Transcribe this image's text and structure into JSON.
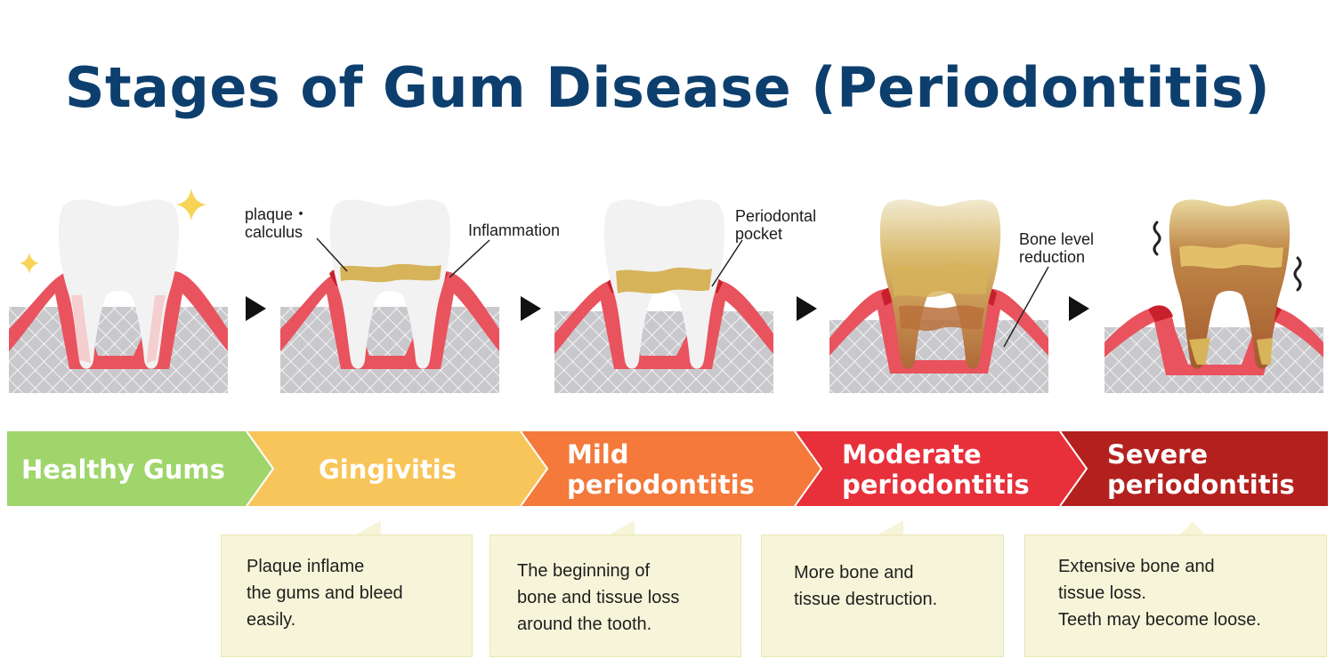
{
  "title": "Stages of Gum Disease (Periodontitis)",
  "annotations": {
    "plaque_calculus": "plaque・\ncalculus",
    "inflammation": "Inflammation",
    "periodontal_pocket": "Periodontal\npocket",
    "bone_level_reduction": "Bone level\nreduction"
  },
  "stages": [
    {
      "line1": "Healthy Gums",
      "line2": "",
      "color": "#9fd56b"
    },
    {
      "line1": "Gingivitis",
      "line2": "",
      "color": "#f8c55a"
    },
    {
      "line1": "Mild",
      "line2": "periodontitis",
      "color": "#f4793a"
    },
    {
      "line1": "Moderate",
      "line2": "periodontitis",
      "color": "#e7303a"
    },
    {
      "line1": "Severe",
      "line2": "periodontitis",
      "color": "#b3211f"
    }
  ],
  "descriptions": {
    "gingivitis": "Plaque inflame\nthe gums and bleed\neasily.",
    "mild": "The beginning of\nbone and tissue loss\naround the tooth.",
    "moderate": "More bone and\ntissue destruction.",
    "severe": "Extensive bone and\ntissue loss.\nTeeth may become loose."
  },
  "colors": {
    "title": "#0d3f6e",
    "gum": "#e8535e",
    "gum_light": "#f6b5b8",
    "bone": "#c8c8cc",
    "tooth": "#f2f2f2",
    "plaque": "#d7b35a",
    "decay": "#b8703a"
  }
}
